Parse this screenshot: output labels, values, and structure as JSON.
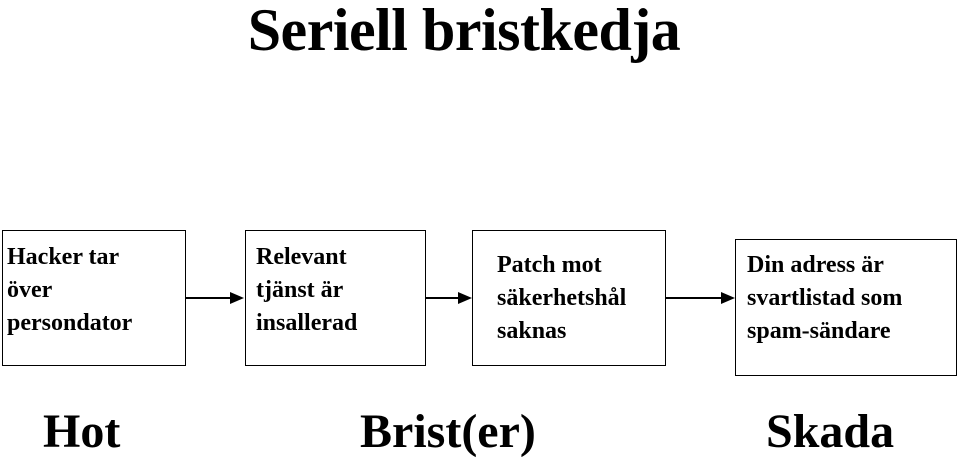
{
  "title": "Seriell bristkedja",
  "chain": [
    {
      "text": "Hacker tar\növer\npersondator"
    },
    {
      "text": "Relevant\ntjänst är\ninsallerad"
    },
    {
      "text": "Patch mot\nsäkerhetshål\nsaknas"
    },
    {
      "text": "Din adress är\nsvartlistad som\nspam-sändare"
    }
  ],
  "labels": {
    "threat": "Hot",
    "flaw": "Brist(er)",
    "damage": "Skada"
  }
}
